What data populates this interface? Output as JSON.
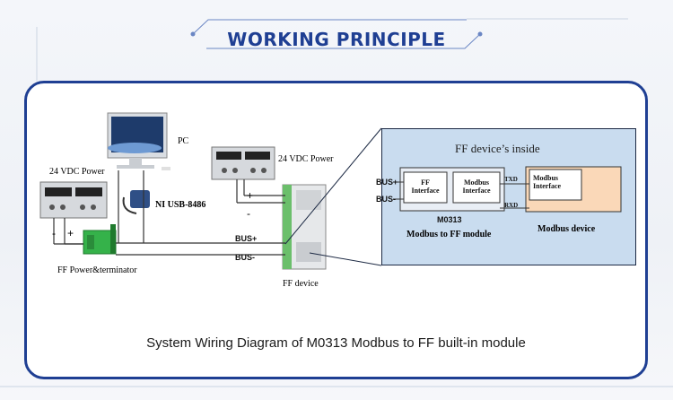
{
  "header": {
    "title": "WORKING PRINCIPLE"
  },
  "diagram": {
    "pc_label": "PC",
    "power_left_label": "24 VDC Power",
    "power_right_label": "24 VDC Power",
    "ni_label": "NI USB-8486",
    "ff_power_label": "FF Power&terminator",
    "ff_device_label": "FF device",
    "bus_plus": "BUS+",
    "bus_minus": "BUS-",
    "minus_sign": "-",
    "plus_sign": "+",
    "inside_title": "FF device’s inside",
    "inside_bus_plus": "BUS+",
    "inside_bus_minus": "BUS-",
    "ff_interface_1": "FF",
    "ff_interface_2": "Interface",
    "modbus_interface_1": "Modbus",
    "modbus_interface_2": "Interface",
    "txd": "TXD",
    "rxd": "RXD",
    "modbus_dev_interface_1": "Modbus",
    "modbus_dev_interface_2": "Interface",
    "m0313_label": "M0313",
    "module_label": "Modbus to FF module",
    "modbus_device_label": "Modbus device"
  },
  "caption": "System Wiring Diagram of M0313 Modbus to FF built-in module",
  "colors": {
    "title": "#1f3f93",
    "panel_border": "#1f3f93",
    "inside_bg": "#c9dcef",
    "modbus_device_bg": "#fad8b8",
    "ff_power_green": "#35b24a"
  }
}
